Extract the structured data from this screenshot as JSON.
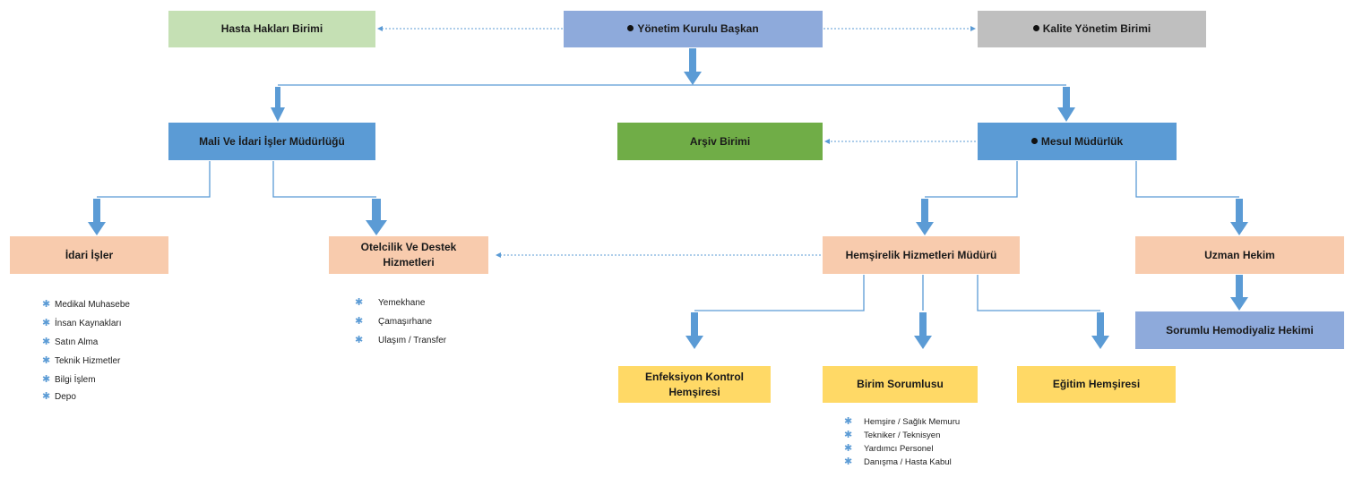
{
  "boxes": {
    "hasta_haklari": "Hasta Hakları  Birimi",
    "yonetim": "Yönetim Kurulu Başkan",
    "kalite": "Kalite Yönetim Birimi",
    "mali": "Mali Ve İdari İşler Müdürlüğü",
    "arsiv": "Arşiv Birimi",
    "mesul": "Mesul Müdürlük",
    "idari": "İdari İşler",
    "otelcilik": "Otelcilik Ve Destek Hizmetleri",
    "hemsirelik": "Hemşirelik Hizmetleri Müdürü",
    "uzman": "Uzman Hekim",
    "sorumlu_hemodiyaliz": "Sorumlu Hemodiyaliz Hekimi",
    "enfeksiyon": "Enfeksiyon Kontrol Hemşiresi",
    "birim_sorumlusu": "Birim Sorumlusu",
    "egitim": "Eğitim Hemşiresi"
  },
  "lists": {
    "idari": [
      "Medikal Muhasebe",
      "İnsan Kaynakları",
      "Satın Alma",
      "Teknik Hizmetler",
      "Bilgi İşlem",
      "Depo"
    ],
    "otelcilik": [
      "Yemekhane",
      "Çamaşırhane",
      "Ulaşım / Transfer"
    ],
    "birim": [
      "Hemşire / Sağlık Memuru",
      "Tekniker / Teknisyen",
      "Yardımcı Personel",
      "Danışma / Hasta Kabul"
    ]
  },
  "colors": {
    "line": "#5b9bd5",
    "blue": "#5b9bd5",
    "lavender": "#8eaadb",
    "light_green": "#c5e0b4",
    "green": "#70ad47",
    "gray": "#bfbfbf",
    "peach": "#f8cbad",
    "yellow": "#ffd966"
  }
}
